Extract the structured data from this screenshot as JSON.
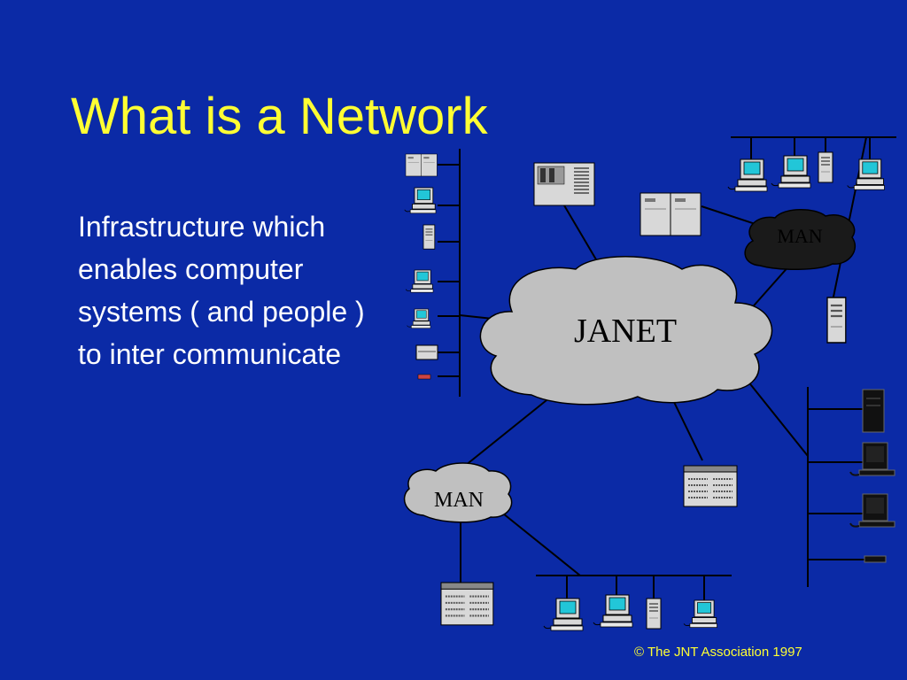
{
  "slide": {
    "title": "What is a Network",
    "body_lines": [
      "Infrastructure which",
      "enables computer",
      "systems ( and people )",
      "to inter communicate"
    ],
    "copyright": "© The JNT Association 1997"
  },
  "diagram": {
    "central_cloud": "JANET",
    "regional_clouds": [
      "MAN",
      "MAN"
    ],
    "colors": {
      "background": "#0b2aa6",
      "title": "#ffff33",
      "cloud_fill": "#c0c0c0",
      "dark_cloud_fill": "#1a1a1a",
      "lines": "#000000"
    },
    "icons": [
      "server-rack-icon",
      "desktop-computer-icon",
      "tower-pc-icon",
      "printer-icon",
      "mainframe-icon",
      "workstation-icon"
    ]
  }
}
